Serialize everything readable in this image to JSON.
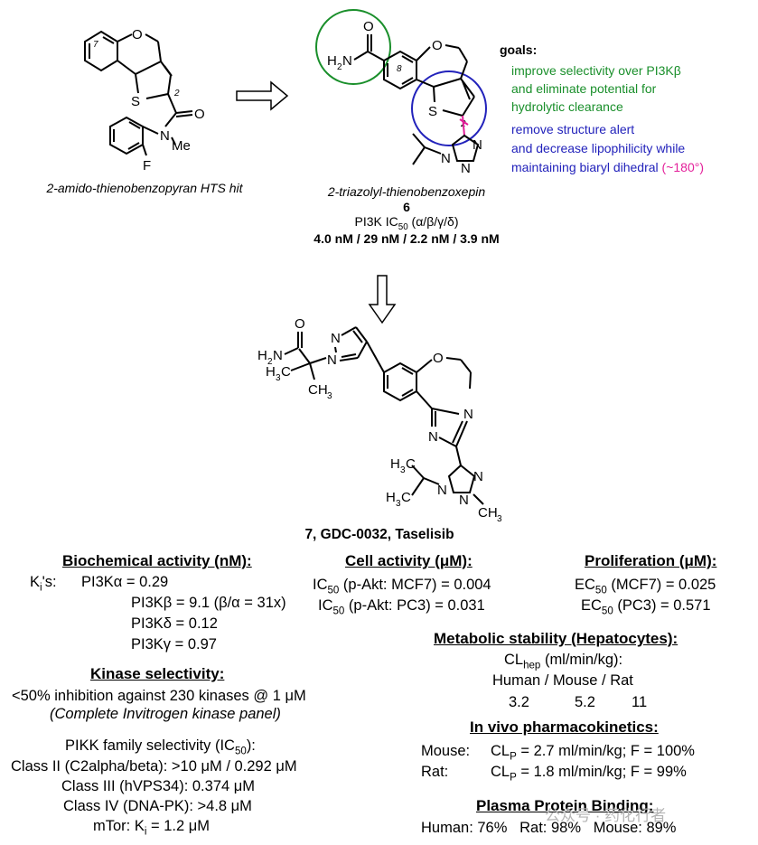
{
  "hit": {
    "caption": "2-amido-thienobenzopyran HTS hit"
  },
  "mol6": {
    "caption": "2-triazolyl-thienobenzoxepin",
    "number": "6",
    "ic50_label": "PI3K IC",
    "ic50_sub": "50",
    "ic50_iso": " (α/β/γ/δ)",
    "ic50_values": "4.0 nM / 29 nM / 2.2 nM / 3.9 nM"
  },
  "goals": {
    "title": "goals:",
    "green_lines": [
      "improve selectivity over PI3Kβ",
      "and eliminate potential for",
      "hydrolytic clearance"
    ],
    "blue_lines": [
      "remove structure alert",
      "and decrease lipophilicity while",
      "maintaining biaryl dihedral"
    ],
    "angle_note": "(~180°)"
  },
  "mol7": {
    "caption": "7, GDC-0032, Taselisib"
  },
  "biochem": {
    "title": "Biochemical activity (nM):",
    "ki_label": "K",
    "ki_rows": [
      {
        "label": "PI3Kα =",
        "value": "0.29"
      },
      {
        "label": "PI3Kβ =",
        "value": "9.1 (β/α = 31x)"
      },
      {
        "label": "PI3Kδ =",
        "value": "0.12"
      },
      {
        "label": "PI3Kγ =",
        "value": "0.97"
      }
    ]
  },
  "cell": {
    "title": "Cell activity (μM):",
    "rows": [
      {
        "pre": "IC",
        "sub": "50",
        "text": " (p-Akt: MCF7)  = 0.004"
      },
      {
        "pre": "IC",
        "sub": "50",
        "text": " (p-Akt: PC3)  = 0.031"
      }
    ]
  },
  "prolif": {
    "title": "Proliferation (μM):",
    "rows": [
      {
        "pre": "EC",
        "sub": "50",
        "text": " (MCF7)  = 0.025"
      },
      {
        "pre": "EC",
        "sub": "50",
        "text": " (PC3)  = 0.571"
      }
    ]
  },
  "kinase": {
    "title": "Kinase selectivity:",
    "line1": "<50% inhibition against 230 kinases @ 1 μM",
    "line2": "(Complete Invitrogen kinase panel)",
    "pikk_title": "PIKK family selectivity (IC",
    "pikk_sub": "50",
    "pikk_end": "):",
    "classes": [
      "Class II (C2alpha/beta): >10 μM / 0.292 μM",
      "Class III (hVPS34): 0.374 μM",
      "Class IV (DNA-PK): >4.8 μM"
    ],
    "mtor": "mTor: K",
    "mtor_sub": "i",
    "mtor_val": " = 1.2 μM"
  },
  "metab": {
    "title": "Metabolic stability (Hepatocytes):",
    "cl_label": "CL",
    "cl_sub": "hep",
    "cl_units": " (ml/min/kg):",
    "species": "Human / Mouse / Rat",
    "values": [
      "3.2",
      "5.2",
      "11"
    ]
  },
  "pk": {
    "title": "In vivo pharmacokinetics:",
    "rows": [
      {
        "species": "Mouse:",
        "cl": "CL",
        "sub": "P",
        "text": " = 2.7 ml/min/kg; F = 100%"
      },
      {
        "species": "Rat:",
        "cl": "CL",
        "sub": "P",
        "text": " = 1.8 ml/min/kg; F = 99%"
      }
    ]
  },
  "ppb": {
    "title": "Plasma Protein Binding:",
    "values": "Human: 76%   Rat: 98%   Mouse: 89%"
  },
  "watermark": "公众号 · 药化行者",
  "colors": {
    "green": "#1a8f2b",
    "blue": "#2222bb",
    "pink": "#e3209a"
  }
}
